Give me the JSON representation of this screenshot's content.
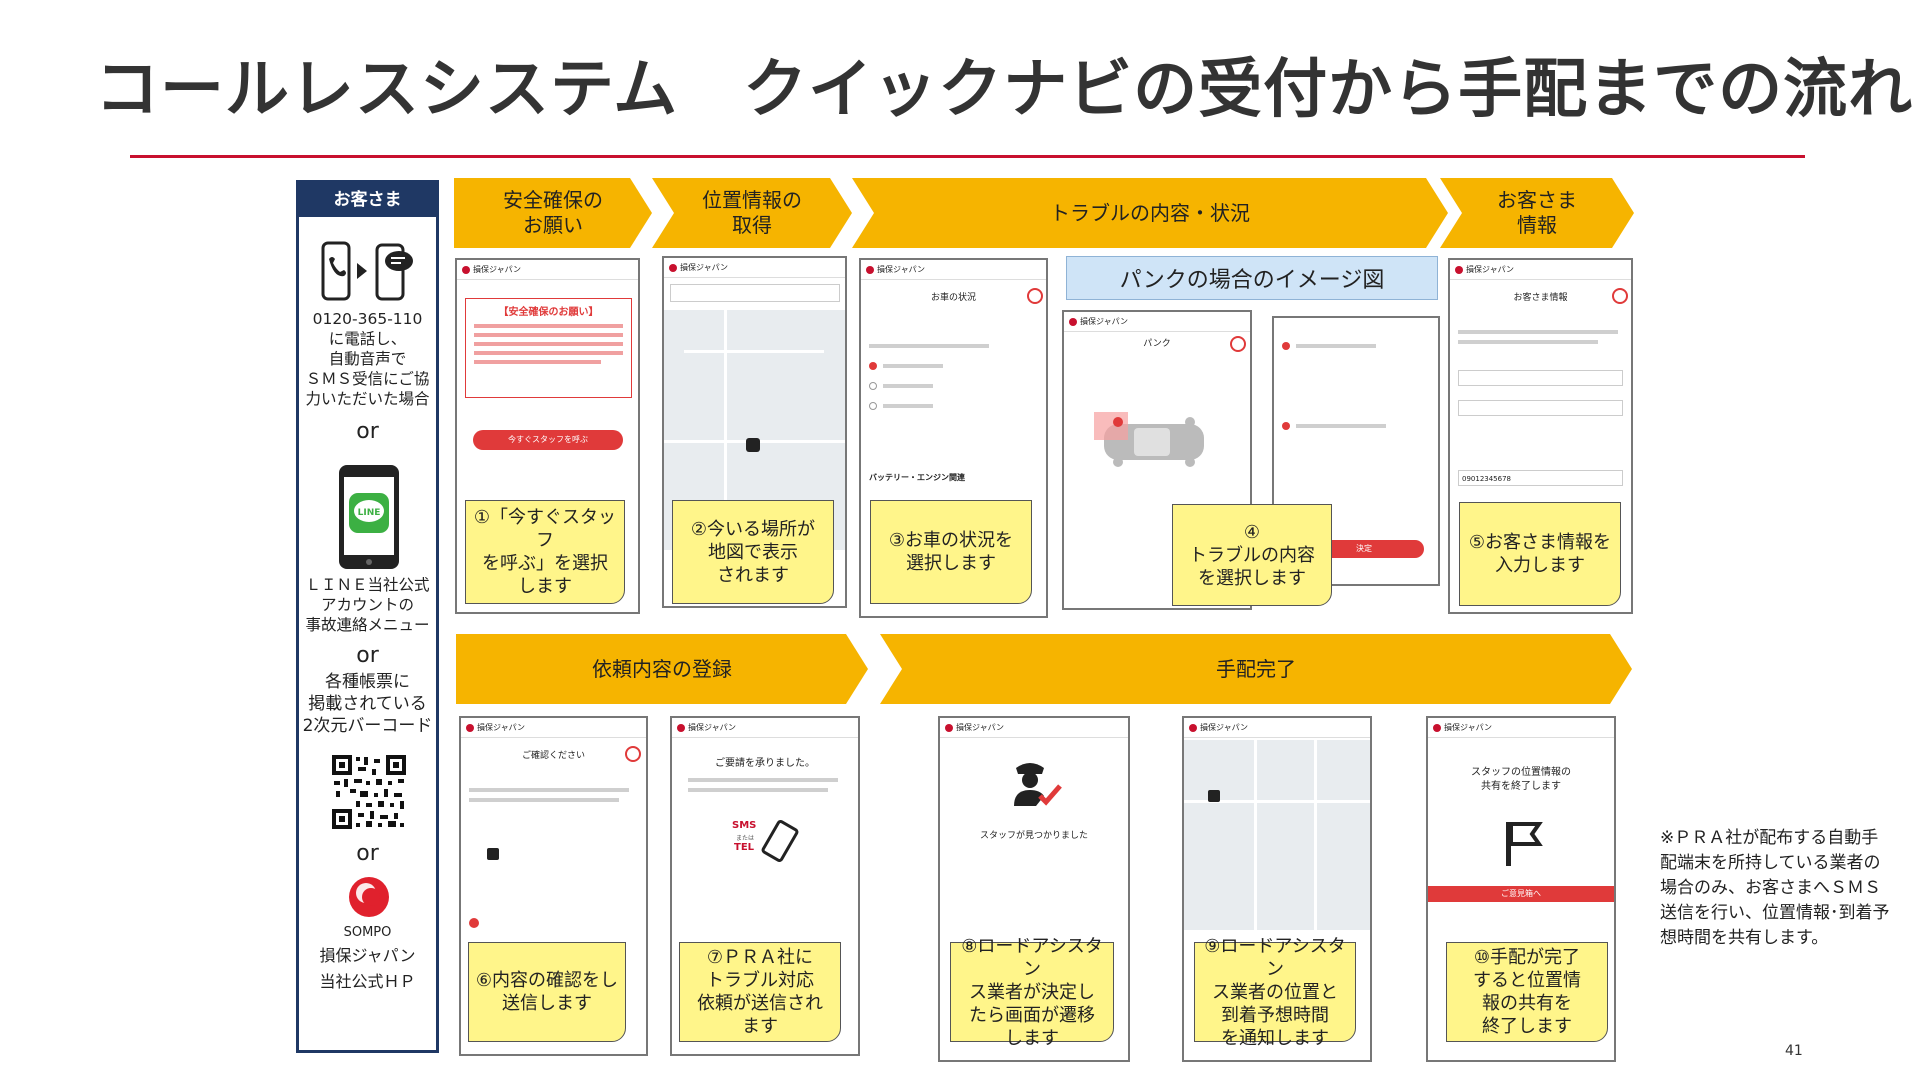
{
  "title": "コールレスシステム　クイックナビの受付から手配までの流れ",
  "customer_column": {
    "header": "お客さま",
    "phone_text": [
      "0120-365-110",
      "に電話し、",
      "自動音声で",
      "ＳＭＳ受信にご協",
      "力いただいた場合"
    ],
    "or_label": "or",
    "line_label": "LINE",
    "line_text": [
      "ＬＩＮＥ当社公式",
      "アカウントの",
      "事故連絡メニュー"
    ],
    "qr_text": [
      "各種帳票に",
      "掲載されている",
      "2次元バーコード"
    ],
    "sompo_logo_text": "SOMPO",
    "sompo_text": [
      "損保ジャパン",
      "当社公式ＨＰ"
    ]
  },
  "arrows_row1": [
    {
      "label": "安全確保の\nお願い"
    },
    {
      "label": "位置情報の\n取得"
    },
    {
      "label": "トラブルの内容・状況"
    },
    {
      "label": "お客さま\n情報"
    }
  ],
  "arrows_row2": [
    {
      "label": "依頼内容の登録"
    },
    {
      "label": "手配完了"
    }
  ],
  "banner": "パンクの場合のイメージ図",
  "screens": {
    "brand": "損保ジャパン",
    "s1_title": "【安全確保のお願い】",
    "s1_button": "今すぐスタッフを呼ぶ",
    "s3_title": "お車の状況",
    "s3_item": "バッテリー・エンジン関連",
    "s4_title": "パンク",
    "s5_title": "お客さま情報",
    "s5_phone": "09012345678",
    "s6_title": "ご確認ください",
    "s7_title": "ご要請を承りました。",
    "s7_sms": "SMS",
    "s7_or": "または",
    "s7_tel": "TEL",
    "s8_title": "スタッフが見つかりました",
    "s10_title": "スタッフの位置情報の\n共有を終了します",
    "s10_button": "ご意見箱へ",
    "decide_button": "決定"
  },
  "notes": [
    "①「今すぐスタッフ\nを呼ぶ」を選択\nします",
    "②今いる場所が\n地図で表示\nされます",
    "③お車の状況を\n選択します",
    "④\nトラブルの内容\nを選択します",
    "⑤お客さま情報を\n入力します",
    "⑥内容の確認をし\n送信します",
    "⑦ＰＲＡ社に\nトラブル対応\n依頼が送信され\nます",
    "⑧ロードアシスタン\nス業者が決定し\nたら画面が遷移\nします",
    "⑨ロードアシスタン\nス業者の位置と\n到着予想時間\nを通知します",
    "⑩手配が完了\nすると位置情\n報の共有を\n終了します"
  ],
  "side_note": "※ＰＲＡ社が配布する自動手配端末を所持している業者の場合のみ、お客さまへＳＭＳ送信を行い、位置情報･到着予想時間を共有します。",
  "page_number": "41",
  "colors": {
    "accent_red": "#c8102e",
    "arrow_yellow": "#f6b400",
    "note_yellow": "#fff58a",
    "navy": "#1f3864"
  }
}
